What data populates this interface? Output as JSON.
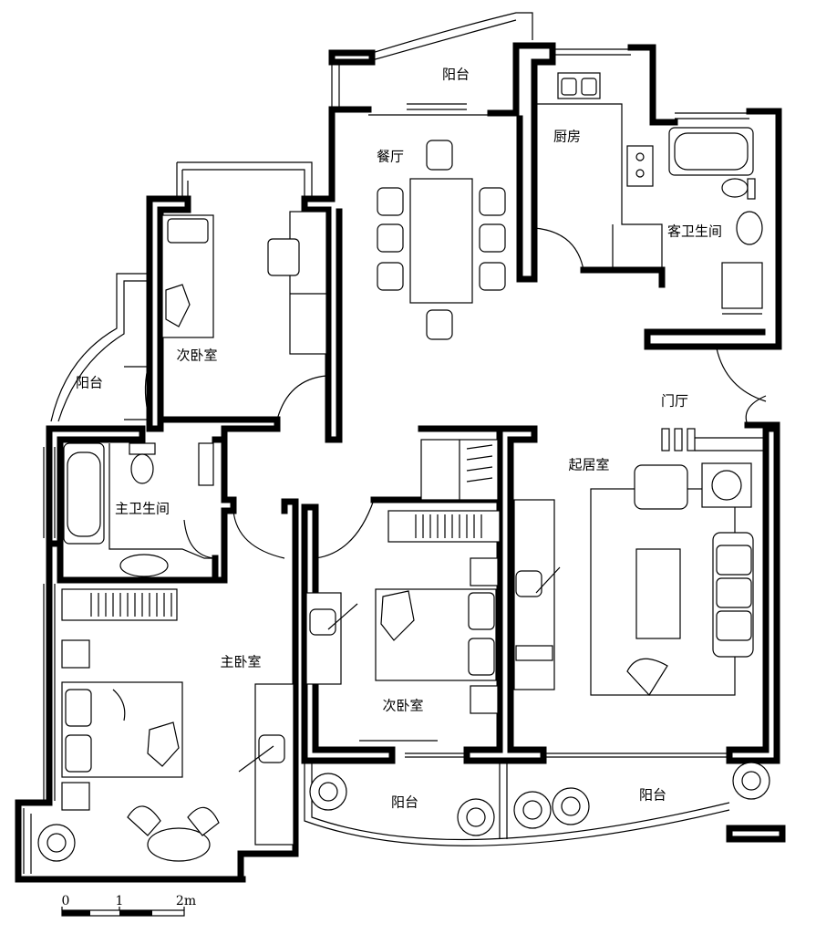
{
  "plan": {
    "rooms": [
      {
        "key": "balcony_top",
        "label": "阳台"
      },
      {
        "key": "kitchen",
        "label": "厨房"
      },
      {
        "key": "dining",
        "label": "餐厅"
      },
      {
        "key": "guest_bath",
        "label": "客卫生间"
      },
      {
        "key": "bedroom_nw",
        "label": "次卧室"
      },
      {
        "key": "balcony_west",
        "label": "阳台"
      },
      {
        "key": "foyer",
        "label": "门厅"
      },
      {
        "key": "living",
        "label": "起居室"
      },
      {
        "key": "master_bath",
        "label": "主卫生间"
      },
      {
        "key": "master_bedroom",
        "label": "主卧室"
      },
      {
        "key": "bedroom_mid",
        "label": "次卧室"
      },
      {
        "key": "balcony_south_1",
        "label": "阳台"
      },
      {
        "key": "balcony_south_2",
        "label": "阳台"
      }
    ],
    "scale_bar": {
      "ticks": [
        "0",
        "1",
        "2m"
      ]
    }
  }
}
